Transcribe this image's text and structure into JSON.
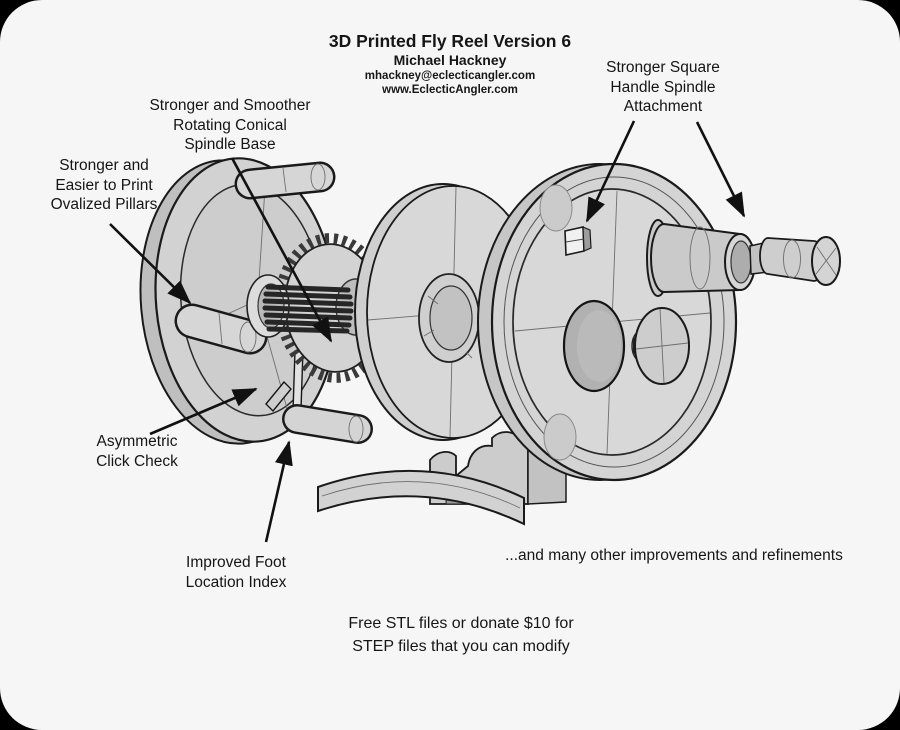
{
  "page": {
    "background": "#f6f6f6",
    "corner_color": "#000000",
    "ink": "#151515"
  },
  "title_block": {
    "title": "3D Printed Fly Reel Version 6",
    "author": "Michael Hackney",
    "email": "mhackney@eclecticangler.com",
    "website": "www.EclecticAngler.com"
  },
  "callouts": {
    "spindle_base": {
      "lines": [
        "Stronger and Smoother",
        "Rotating Conical",
        "Spindle Base"
      ]
    },
    "pillars": {
      "lines": [
        "Stronger and",
        "Easier to Print",
        "Ovalized Pillars"
      ]
    },
    "handle_spindle": {
      "lines": [
        "Stronger Square",
        "Handle Spindle",
        "Attachment"
      ]
    },
    "click_check": {
      "lines": [
        "Asymmetric",
        "Click Check"
      ]
    },
    "foot_index": {
      "lines": [
        "Improved Foot",
        "Location Index"
      ]
    }
  },
  "notes": {
    "improvements": "...and many other improvements and refinements",
    "files": {
      "lines": [
        "Free STL files or donate $10 for",
        "STEP files that you can modify"
      ]
    }
  },
  "diagram": {
    "description": "Grayscale CAD-style exploded view of a 3D printed fly reel: back frame with pillars, spline gear, spool, front plate with square handle spindle hole, handle assembly, click check and reel foot",
    "palette": {
      "outline": "#1a1a1a",
      "metal_light": "#d7d7d7",
      "metal_mid": "#c9c9c9",
      "metal_dark": "#aaaaaa",
      "hole_shadow": "#b1b1b1",
      "spline_dark": "#2b2b2b",
      "arrow": "#111111"
    }
  }
}
